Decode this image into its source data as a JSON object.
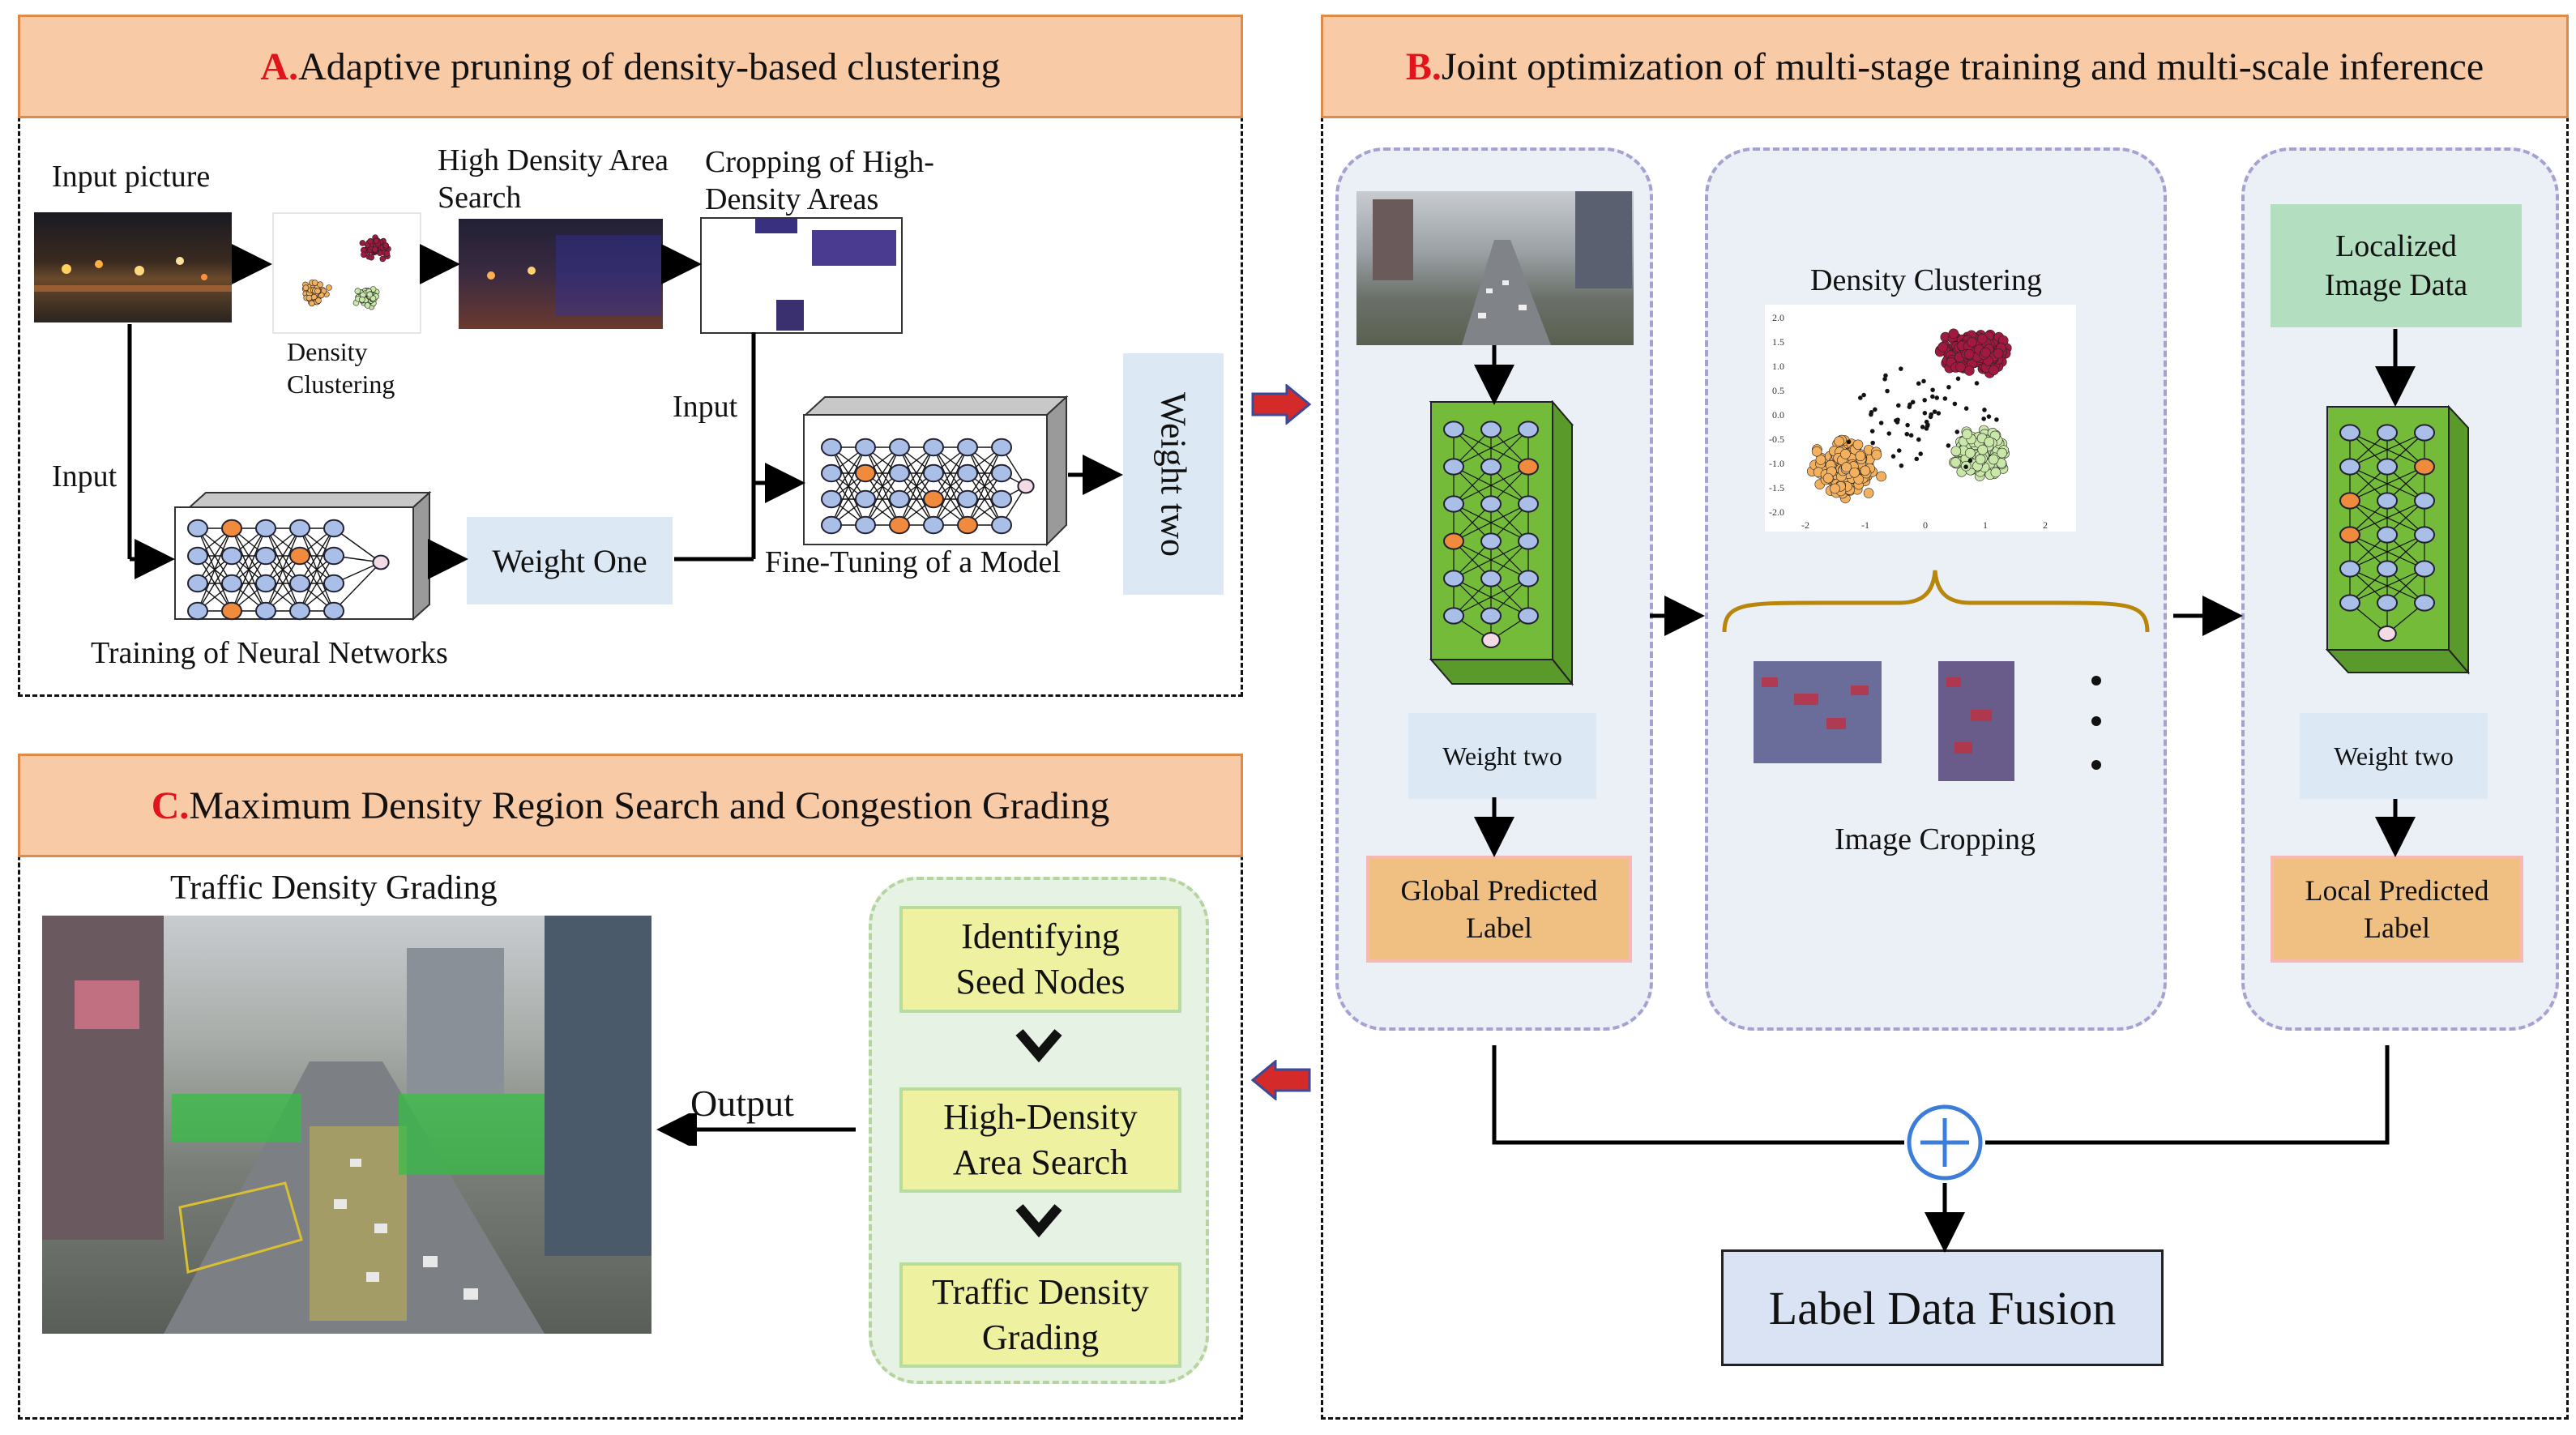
{
  "panel_a": {
    "letter": "A.",
    "title": "Adaptive pruning of density-based clustering",
    "input_picture": "Input picture",
    "density_clustering": [
      "Density",
      "Clustering"
    ],
    "high_density_search": [
      "High Density Area",
      "Search"
    ],
    "cropping": [
      "Cropping of High-",
      "Density Areas"
    ],
    "input_left": "Input",
    "input_mid": "Input",
    "weight_one": "Weight One",
    "training": "Training of Neural Networks",
    "fine_tuning": "Fine-Tuning of a Model",
    "weight_two": "Weight two"
  },
  "panel_b": {
    "letter": "B.",
    "title": "Joint optimization of multi-stage training and multi-scale inference",
    "weight_two_left": "Weight two",
    "global_label": [
      "Global Predicted",
      "Label"
    ],
    "density_clustering": "Density Clustering",
    "image_cropping": "Image Cropping",
    "localized": [
      "Localized",
      "Image Data"
    ],
    "weight_two_right": "Weight two",
    "local_label": [
      "Local Predicted",
      "Label"
    ],
    "fusion": "Label Data Fusion",
    "ticks_x": [
      "-2",
      "-1",
      "0",
      "1",
      "2"
    ],
    "ticks_y": [
      "2.0",
      "1.5",
      "1.0",
      "0.5",
      "0.0",
      "-0.5",
      "-1.0",
      "-1.5",
      "-2.0"
    ]
  },
  "panel_c": {
    "letter": "C.",
    "title": "Maximum Density Region Search and Congestion Grading",
    "grading_title": "Traffic Density Grading",
    "output": "Output",
    "steps": [
      [
        "Identifying",
        "Seed Nodes"
      ],
      [
        "High-Density",
        "Area Search"
      ],
      [
        "Traffic Density",
        "Grading"
      ]
    ]
  },
  "colors": {
    "header_fill": "#f8caa6",
    "header_border": "#e08a4a",
    "letter_red": "#e0141a",
    "network_green": "#74bb3a",
    "node_blue": "#a9bfe8",
    "node_orange": "#f08a3c",
    "weight_box": "#dce9f5",
    "label_box": "#f0c083",
    "step_box": "#eef2a0",
    "fusion_box": "#d9e3f3",
    "plus_blue": "#3b7dd8",
    "arrow_red": "#d42a2a",
    "cluster_red": "#a01a40",
    "cluster_orange": "#f3b160",
    "cluster_green": "#c9e7a8"
  }
}
